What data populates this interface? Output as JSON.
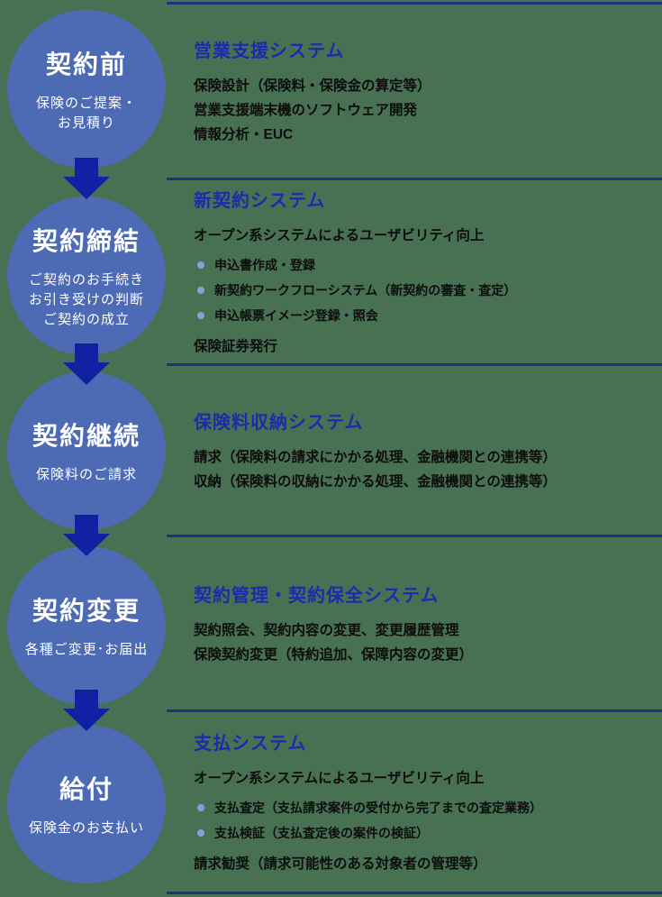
{
  "colors": {
    "background": "#487052",
    "circle_fill": "#4d6ab4",
    "circle_text": "#ffffff",
    "arrow": "#1121a4",
    "heading": "#1c2bad",
    "divider": "#1e3282",
    "bullet_dot": "#8d9dd8",
    "body_text": "#0d0d0d"
  },
  "steps": [
    {
      "title": "契約前",
      "subtitle_lines": [
        "保険のご提案・",
        "お見積り"
      ]
    },
    {
      "title": "契約締結",
      "subtitle_lines": [
        "ご契約のお手続き",
        "お引き受けの判断",
        "ご契約の成立"
      ]
    },
    {
      "title": "契約継続",
      "subtitle_lines": [
        "保険料のご請求"
      ]
    },
    {
      "title": "契約変更",
      "subtitle_lines": [
        "各種ご変更･お届出"
      ]
    },
    {
      "title": "給付",
      "subtitle_lines": [
        "保険金のお支払い"
      ]
    }
  ],
  "sections": [
    {
      "heading": "営業支援システム",
      "lines": [
        "保険設計（保険料・保険金の算定等）",
        "営業支援端末機のソフトウェア開発",
        "情報分析・EUC"
      ]
    },
    {
      "heading": "新契約システム",
      "intro": "オープン系システムによるユーザビリティ向上",
      "bullets": [
        "申込書作成・登録",
        "新契約ワークフローシステム（新契約の審査・査定）",
        "申込帳票イメージ登録・照会"
      ],
      "footer": "保険証券発行"
    },
    {
      "heading": "保険料収納システム",
      "lines": [
        "請求（保険料の請求にかかる処理、金融機関との連携等）",
        "収納（保険料の収納にかかる処理、金融機関との連携等）"
      ]
    },
    {
      "heading": "契約管理・契約保全システム",
      "lines": [
        "契約照会、契約内容の変更、変更履歴管理",
        "保険契約変更（特約追加、保障内容の変更）"
      ]
    },
    {
      "heading": "支払システム",
      "intro": "オープン系システムによるユーザビリティ向上",
      "bullets": [
        "支払査定（支払請求案件の受付から完了までの査定業務）",
        "支払検証（支払査定後の案件の検証）"
      ],
      "footer": "請求勧奨（請求可能性のある対象者の管理等）"
    }
  ]
}
